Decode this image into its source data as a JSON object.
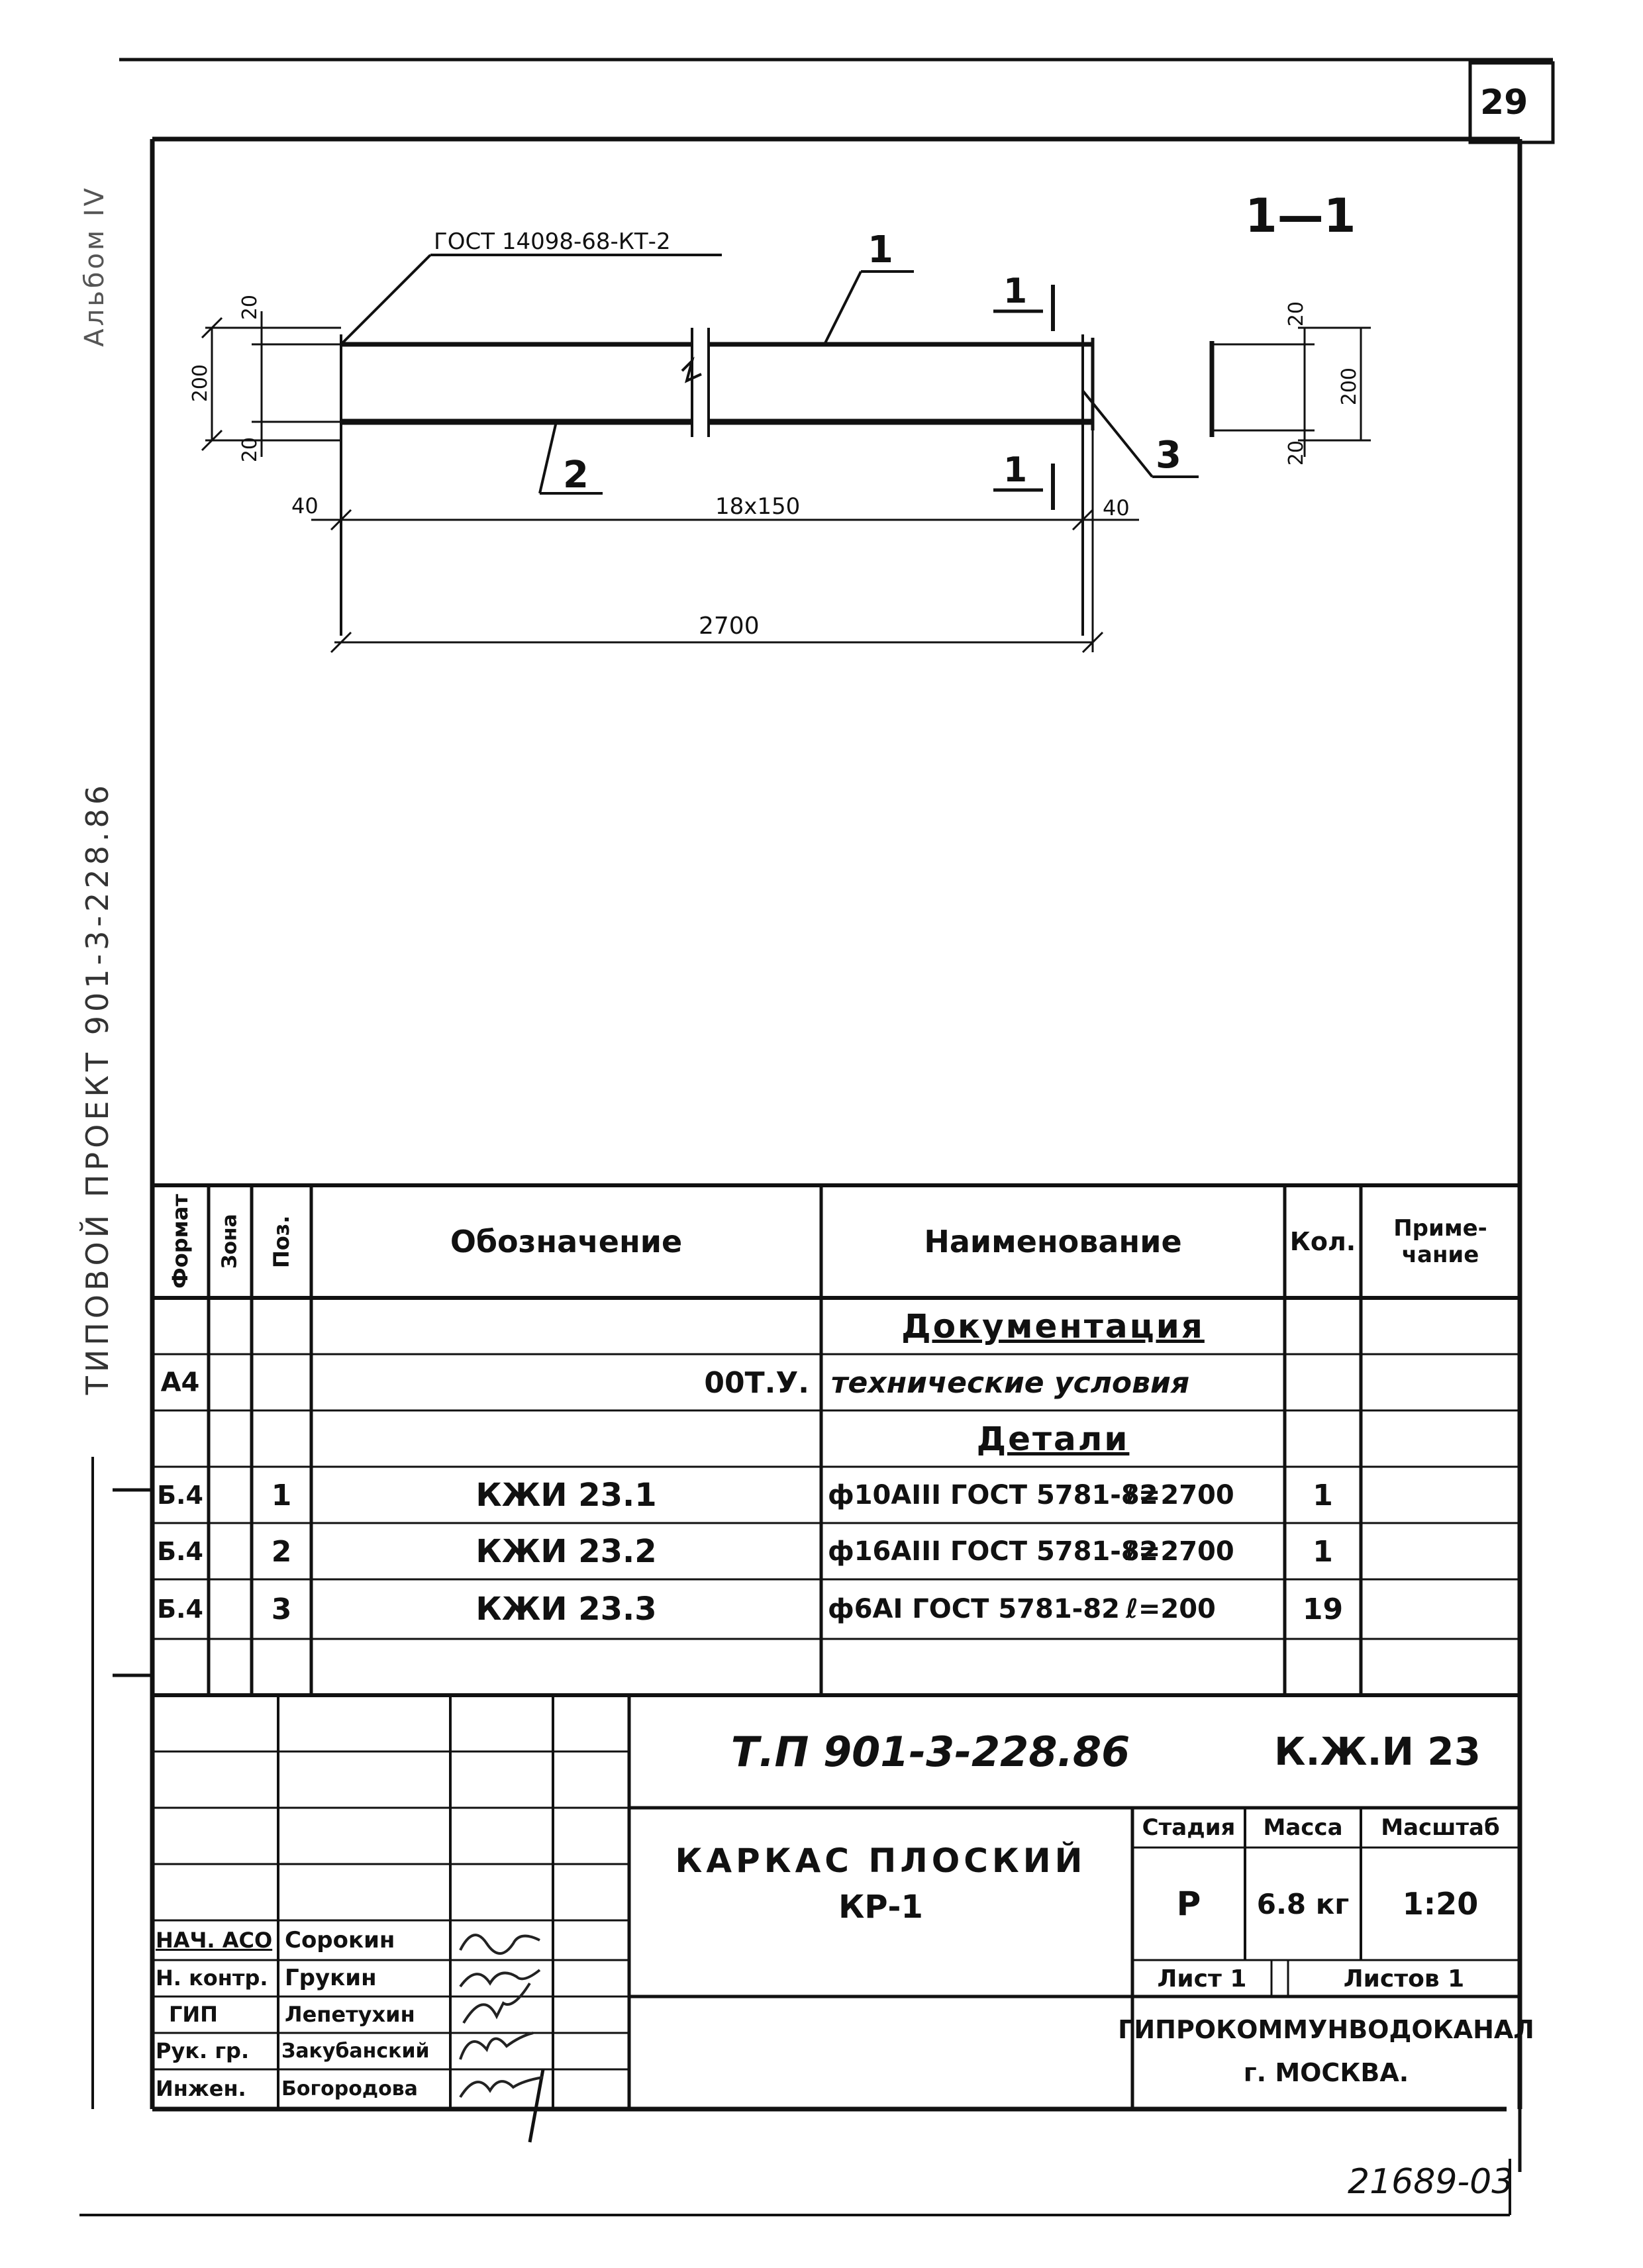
{
  "sheet": {
    "page_number": "29",
    "margin_text_upper": "ТИПОВОЙ ПРОЕКТ 901-3-228.86",
    "margin_text_lower": "Альбом IV",
    "bottom_number": "21689-03"
  },
  "drawing": {
    "section_label": "1—1",
    "weld_note": "ГОСТ 14098-68-КТ-2",
    "pos_1": "1",
    "pos_2": "2",
    "pos_3": "3",
    "cut_mark_top": "1",
    "cut_mark_bottom": "1",
    "dim_20_top": "20",
    "dim_200": "200",
    "dim_20_bottom": "20",
    "dim_40_left": "40",
    "dim_spacing": "18x150",
    "dim_40_right": "40",
    "dim_total": "2700",
    "sec_dim_20_top": "20",
    "sec_dim_200": "200",
    "sec_dim_20_bottom": "20"
  },
  "spec": {
    "headers": {
      "format": "Формат",
      "zone": "Зона",
      "pos": "Поз.",
      "designation": "Обозначение",
      "name": "Наименование",
      "qty": "Кол.",
      "note": "Приме-\nчание"
    },
    "section_docs": "Документация",
    "section_parts": "Детали",
    "doc_row": {
      "format": "А4",
      "designation": "00Т.У.",
      "name": "технические условия"
    },
    "rows": [
      {
        "format": "Б.4",
        "pos": "1",
        "designation": "КЖИ 23.1",
        "name": "ф10АIII ГОСТ 5781-82",
        "length": "ℓ=2700",
        "qty": "1"
      },
      {
        "format": "Б.4",
        "pos": "2",
        "designation": "КЖИ 23.2",
        "name": "ф16АIII ГОСТ 5781-82",
        "length": "ℓ=2700",
        "qty": "1"
      },
      {
        "format": "Б.4",
        "pos": "3",
        "designation": "КЖИ 23.3",
        "name": "ф6АI ГОСТ 5781-82",
        "length": "ℓ=200",
        "qty": "19"
      }
    ]
  },
  "title_block": {
    "project_code": "Т.П 901-3-228.86",
    "sheet_code": "К.Ж.И 23",
    "title_line1": "КАРКАС ПЛОСКИЙ",
    "title_line2": "КР-1",
    "stage_label": "Стадия",
    "mass_label": "Масса",
    "scale_label": "Масштаб",
    "stage": "Р",
    "mass": "6.8 кг",
    "scale": "1:20",
    "sheet_label": "Лист 1",
    "sheets_label": "Листов 1",
    "org_line1": "ГИПРОКОММУНВОДОКАНАЛ",
    "org_line2": "г. МОСКВА.",
    "staff": [
      {
        "role": "НАЧ. АСО",
        "name": "Сорокин"
      },
      {
        "role": "Н. контр.",
        "name": "Грукин"
      },
      {
        "role": "ГИП",
        "name": "Лепетухин"
      },
      {
        "role": "Рук. гр.",
        "name": "Закубанский"
      },
      {
        "role": "Инжен.",
        "name": "Богородова"
      }
    ]
  }
}
